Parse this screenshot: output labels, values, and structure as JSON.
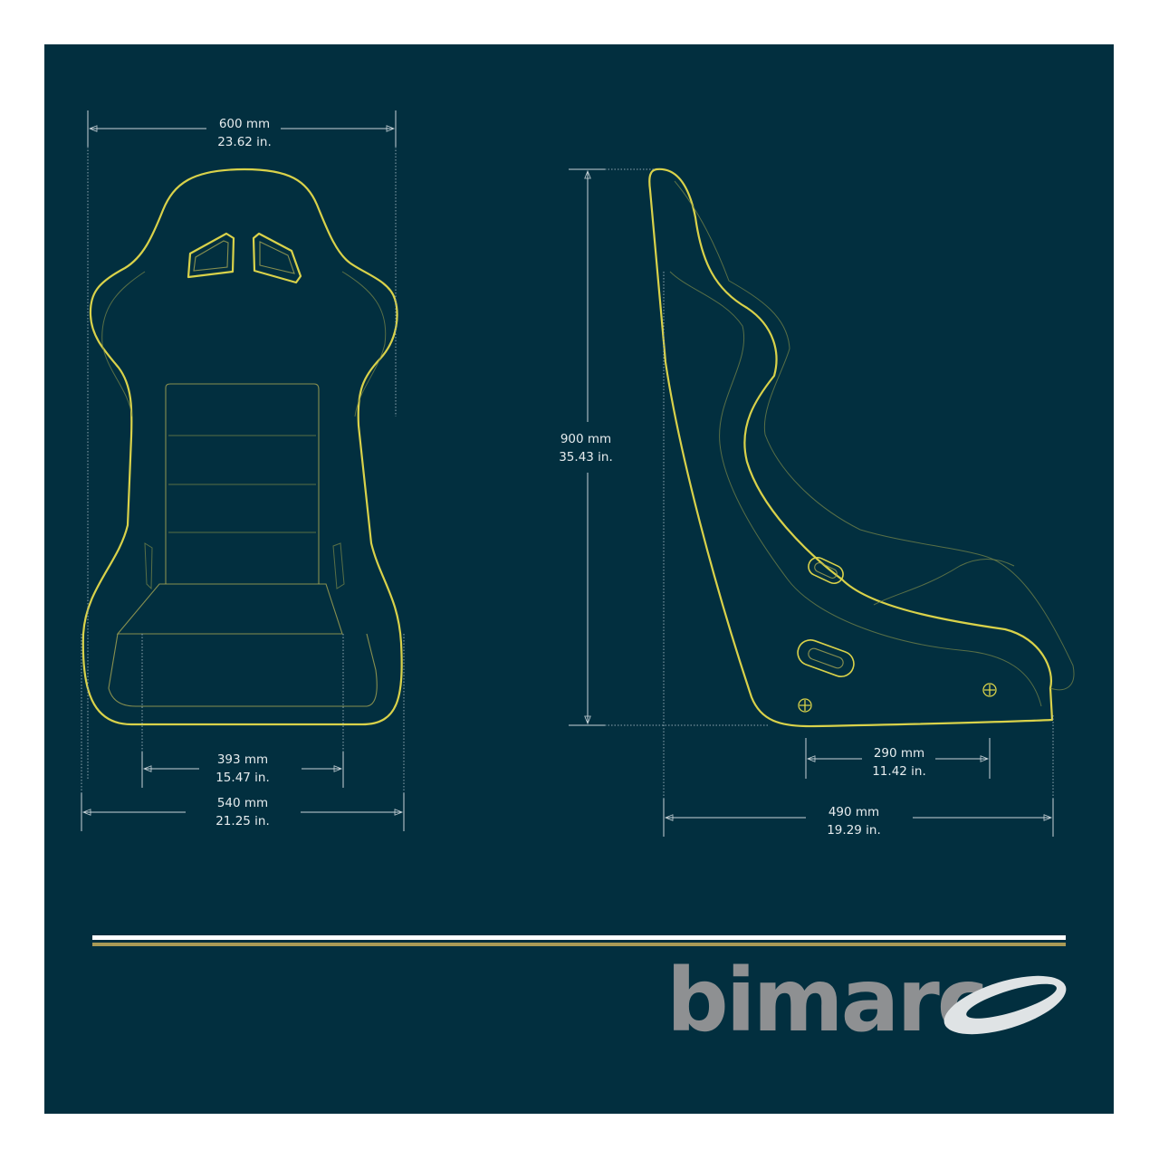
{
  "brand": {
    "logo_text": "bimarc"
  },
  "colors": {
    "background": "#022f3f",
    "outline": "#d9d24a",
    "stripe_white": "#ffffff",
    "stripe_gold": "#a99a56",
    "logo_gray": "#8e9092"
  },
  "front_view": {
    "top_width": {
      "mm": "600 mm",
      "in": "23.62 in."
    },
    "seat_width": {
      "mm": "393 mm",
      "in": "15.47 in."
    },
    "base_width": {
      "mm": "540 mm",
      "in": "21.25 in."
    }
  },
  "side_view": {
    "height": {
      "mm": "900 mm",
      "in": "35.43 in."
    },
    "mount_spacing": {
      "mm": "290 mm",
      "in": "11.42 in."
    },
    "depth": {
      "mm": "490 mm",
      "in": "19.29 in."
    }
  }
}
